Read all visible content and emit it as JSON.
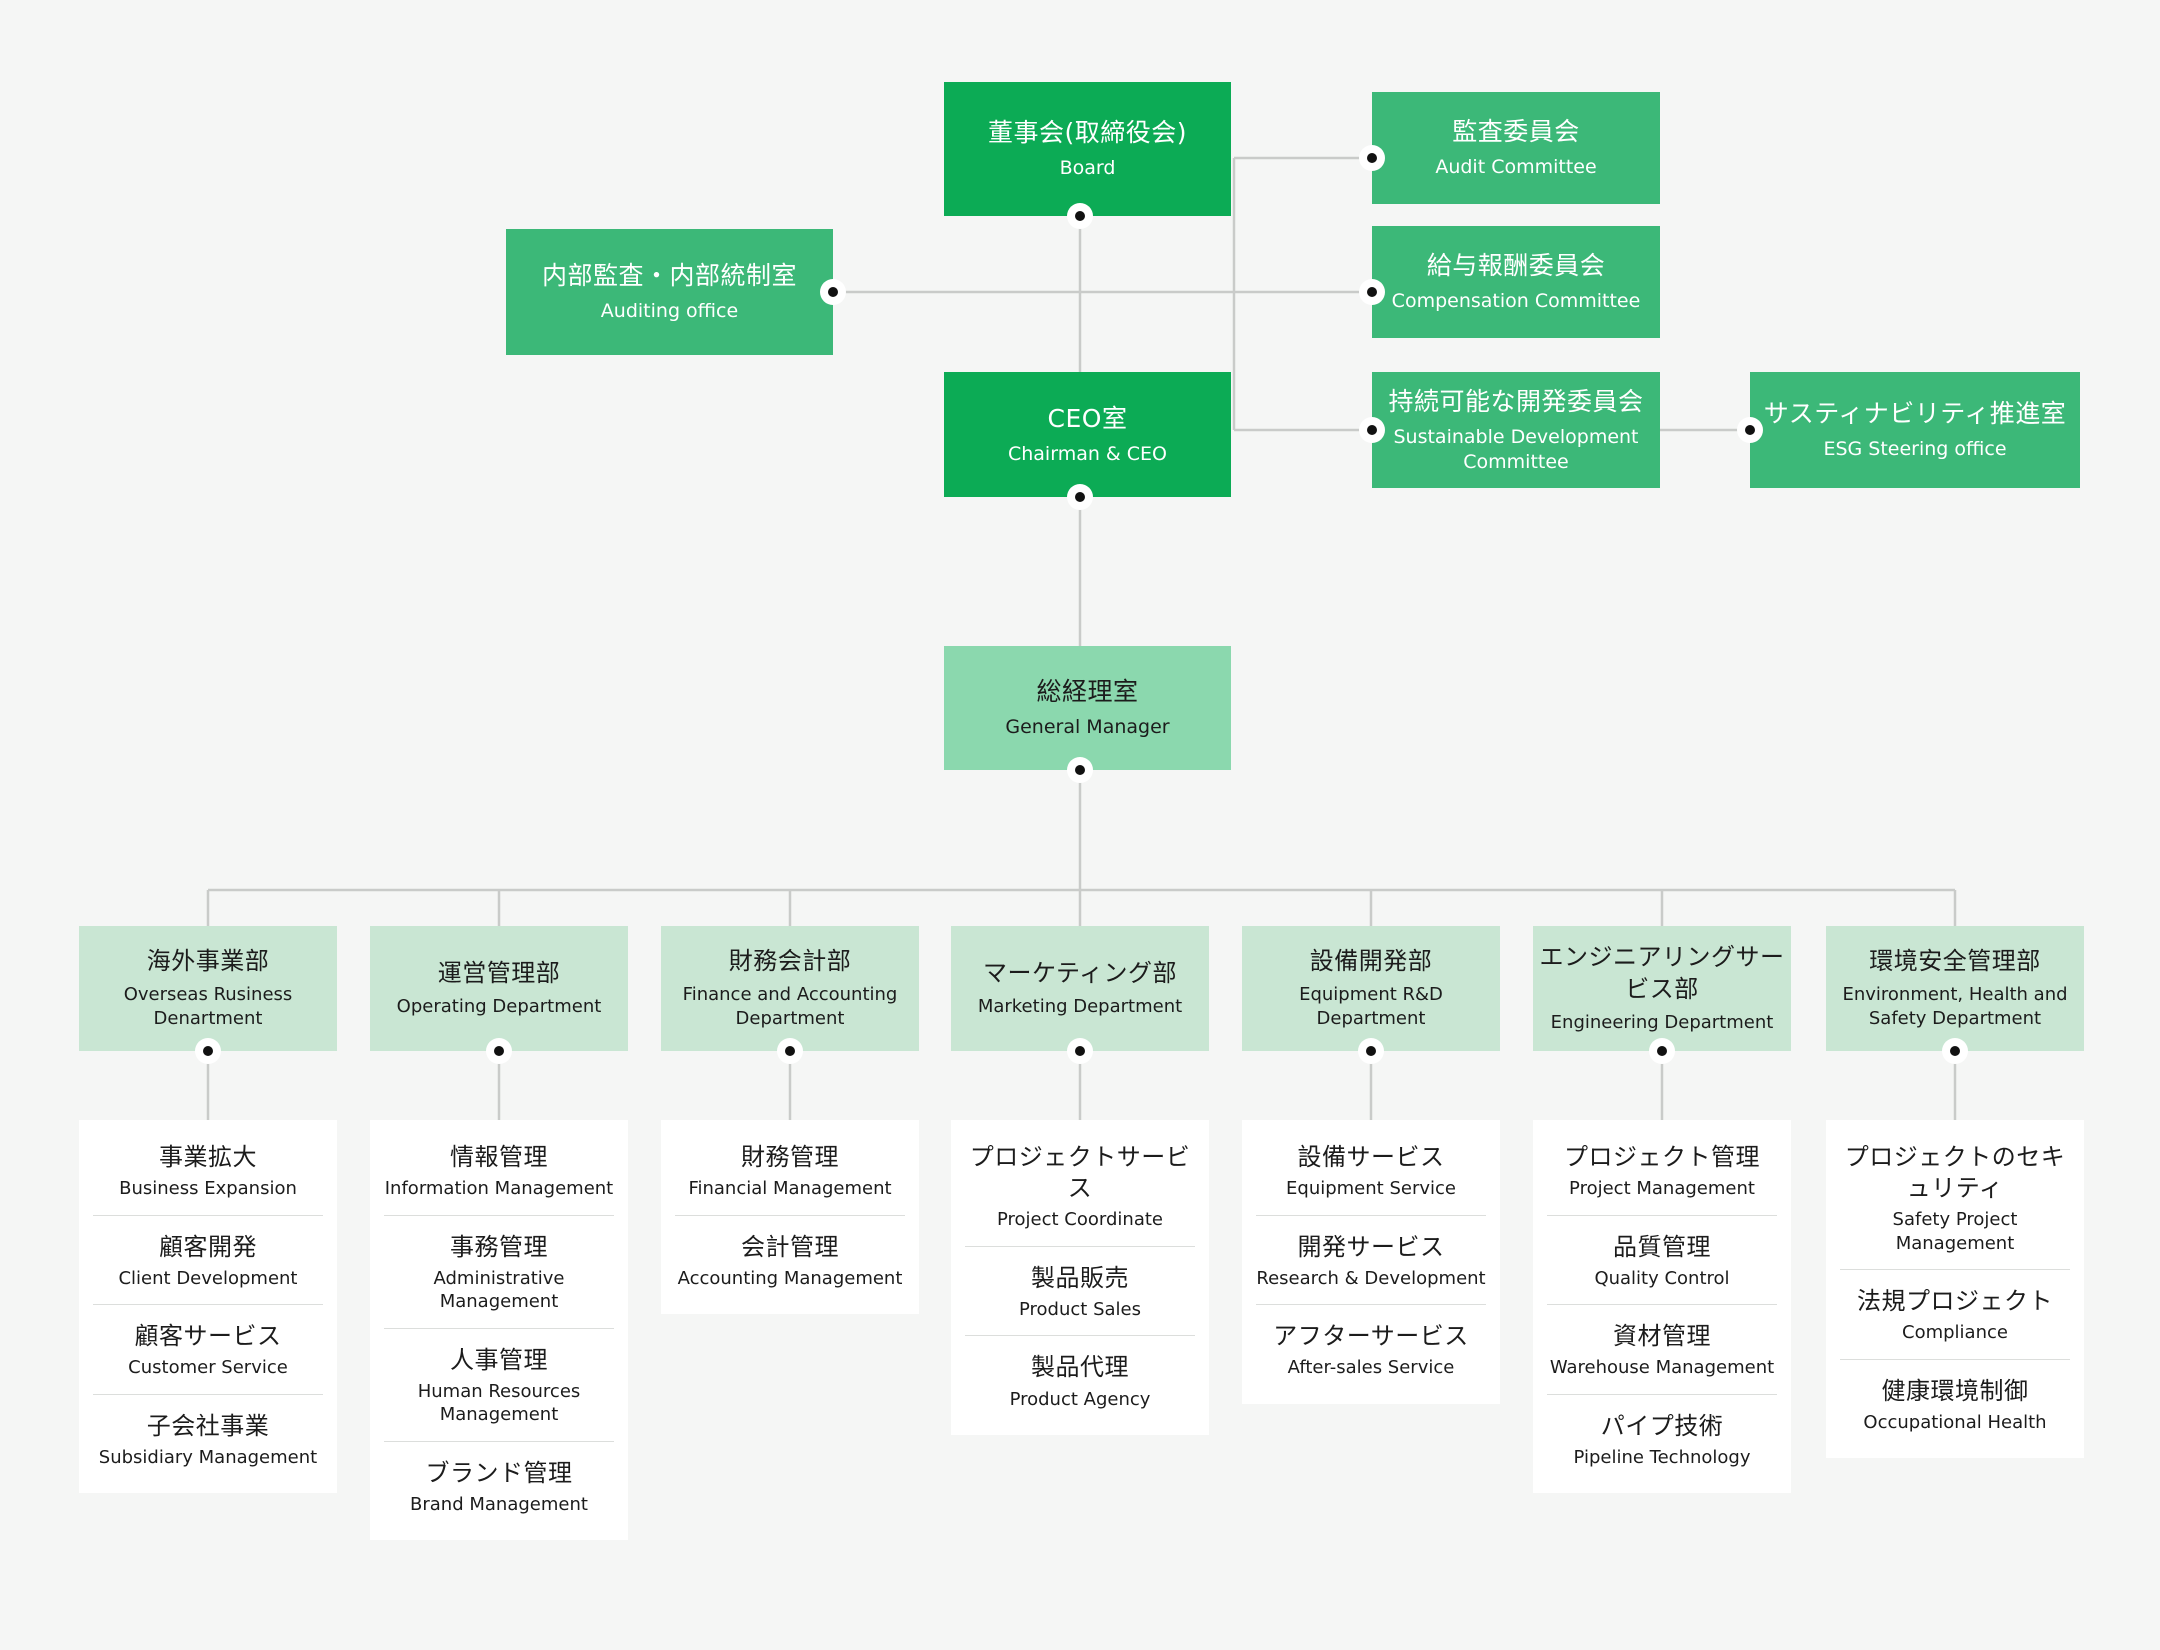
{
  "theme": {
    "background": "#f5f6f5",
    "dark_green": "#0cab55",
    "mid_green": "#3cb878",
    "light_green": "#8bd8ae",
    "pale_green": "#c9e6d3",
    "line": "#c9cbc9",
    "card_white": "#ffffff"
  },
  "nodes": {
    "board": {
      "jp": "董事会(取締役会)",
      "en": "Board"
    },
    "auditing": {
      "jp": "内部監査・内部統制室",
      "en": "Auditing office"
    },
    "ceo": {
      "jp": "CEO室",
      "en": "Chairman & CEO"
    },
    "audit_cmte": {
      "jp": "監査委員会",
      "en": "Audit Committee"
    },
    "comp_cmte": {
      "jp": "給与報酬委員会",
      "en": "Compensation Committee"
    },
    "sd_cmte": {
      "jp": "持続可能な開発委員会",
      "en": "Sustainable Development Committee"
    },
    "esg": {
      "jp": "サスティナビリティ推進室",
      "en": "ESG Steering office"
    },
    "gm": {
      "jp": "総経理室",
      "en": "General Manager"
    }
  },
  "departments": [
    {
      "jp": "海外事業部",
      "en": "Overseas Rusiness Denartment",
      "items": [
        {
          "jp": "事業拡大",
          "en": "Business Expansion"
        },
        {
          "jp": "顧客開発",
          "en": "Client Development"
        },
        {
          "jp": "顧客サービス",
          "en": "Customer Service"
        },
        {
          "jp": "子会社事業",
          "en": "Subsidiary Management"
        }
      ]
    },
    {
      "jp": "運営管理部",
      "en": "Operating Department",
      "items": [
        {
          "jp": "情報管理",
          "en": "Information Management"
        },
        {
          "jp": "事務管理",
          "en": "Administrative Management"
        },
        {
          "jp": "人事管理",
          "en": "Human Resources Management"
        },
        {
          "jp": "ブランド管理",
          "en": "Brand Management"
        }
      ]
    },
    {
      "jp": "財務会計部",
      "en": "Finance and Accounting Department",
      "items": [
        {
          "jp": "財務管理",
          "en": "Financial Management"
        },
        {
          "jp": "会計管理",
          "en": "Accounting Management"
        }
      ]
    },
    {
      "jp": "マーケティング部",
      "en": "Marketing Department",
      "items": [
        {
          "jp": "プロジェクトサービス",
          "en": "Project Coordinate"
        },
        {
          "jp": "製品販売",
          "en": "Product Sales"
        },
        {
          "jp": "製品代理",
          "en": "Product Agency"
        }
      ]
    },
    {
      "jp": "設備開発部",
      "en": "Equipment R&D Department",
      "items": [
        {
          "jp": "設備サービス",
          "en": "Equipment Service"
        },
        {
          "jp": "開発サービス",
          "en": "Research &  Development"
        },
        {
          "jp": "アフターサービス",
          "en": "After-sales Service"
        }
      ]
    },
    {
      "jp": "エンジニアリングサービス部",
      "en": "Engineering Department",
      "items": [
        {
          "jp": "プロジェクト管理",
          "en": "Project Management"
        },
        {
          "jp": "品質管理",
          "en": "Quality Control"
        },
        {
          "jp": "資材管理",
          "en": "Warehouse Management"
        },
        {
          "jp": "パイプ技術",
          "en": "Pipeline Technology"
        }
      ]
    },
    {
      "jp": "環境安全管理部",
      "en": "Environment, Health and Safety Department",
      "items": [
        {
          "jp": "プロジェクトのセキュリティ",
          "en": "Safety Project Management"
        },
        {
          "jp": "法規プロジェクト",
          "en": "Compliance"
        },
        {
          "jp": "健康環境制御",
          "en": "Occupational Health"
        }
      ]
    }
  ]
}
